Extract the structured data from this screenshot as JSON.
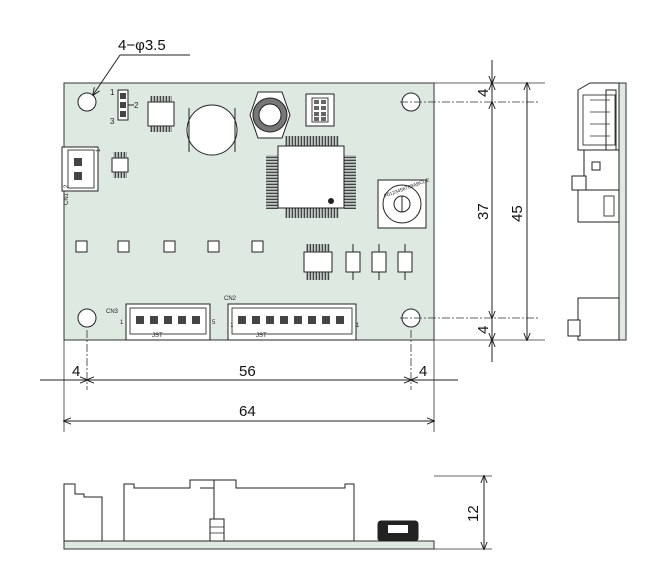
{
  "dimensions": {
    "hole_callout": "4−φ3.5",
    "hole_pitch_horizontal": "56",
    "board_width": "64",
    "left_margin": "4",
    "right_margin": "4",
    "top_margin": "4",
    "bottom_margin": "4",
    "hole_pitch_vertical": "37",
    "board_height": "45",
    "component_height": "12"
  },
  "labels": {
    "cn1": "CN1",
    "cn2": "CN2",
    "cn3": "CN3",
    "jst_cn2": "JST",
    "jst_cn3": "JST",
    "cn1_pin1": "1",
    "cn1_pin2": "2",
    "cn2_pin1": "1",
    "cn3_pin1": "1",
    "cn3_pin5": "5",
    "cn2_pin_end": "1",
    "cn3_pin_start": "1",
    "jumper_pin1": "1",
    "jumper_pin2": "2",
    "jumper_pin3": "3",
    "rotary_digits": "F0123456789ABCDE"
  },
  "colors": {
    "pcb": "#dde9e1",
    "pcb_edge": "#333333",
    "chip": "#ffffff",
    "line": "#222222"
  }
}
